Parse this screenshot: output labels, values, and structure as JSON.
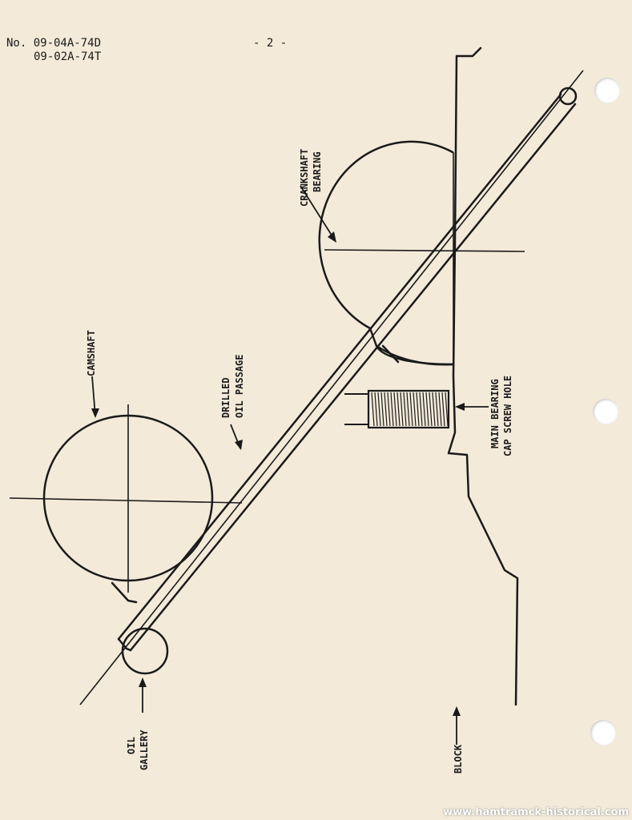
{
  "header": {
    "doc_numbers": [
      "No. 09-04A-74D",
      "09-02A-74T"
    ],
    "page_number": "- 2 -"
  },
  "labels": {
    "camshaft": "CAMSHAFT",
    "drilled_oil_passage": [
      "DRILLED",
      "OIL PASSAGE"
    ],
    "crankshaft_bearing": [
      "CRANKSHAFT",
      "BEARING"
    ],
    "main_bearing_cap_screw_hole": [
      "MAIN BEARING",
      "CAP SCREW HOLE"
    ],
    "oil_gallery": [
      "OIL",
      "GALLERY"
    ],
    "block": "BLOCK"
  },
  "watermark": "www.hamtramck-historical.com",
  "colors": {
    "paper": "#f3ead9",
    "ink": "#1a1a1a"
  }
}
